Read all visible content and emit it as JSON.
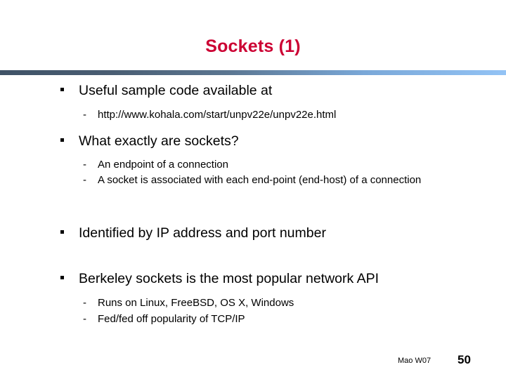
{
  "slide": {
    "title": "Sockets (1)",
    "title_color": "#cc0033",
    "rule_color_left": "#3f5266",
    "rule_color_right": "#93c3f5",
    "bullets": [
      {
        "text": "Useful sample code available at",
        "marker": "square-bullet",
        "sub": [
          {
            "text": "http://www.kohala.com/start/unpv22e/unpv22e.html",
            "marker": "dash"
          }
        ]
      },
      {
        "text": "What exactly are sockets?",
        "marker": "square-bullet",
        "sub": [
          {
            "text": "An endpoint of a connection",
            "marker": "dash"
          },
          {
            "text": "A socket is associated with each end-point (end-host) of a connection",
            "marker": "dash"
          }
        ]
      },
      {
        "text": "Identified by IP address and port number",
        "marker": "square-bullet",
        "sub": []
      },
      {
        "text": "Berkeley sockets is the most popular network API",
        "marker": "square-bullet",
        "sub": [
          {
            "text": "Runs on Linux, FreeBSD, OS X, Windows",
            "marker": "dash"
          },
          {
            "text": "Fed/fed off popularity of TCP/IP",
            "marker": "dash"
          }
        ]
      }
    ],
    "footer": {
      "author": "Mao W07",
      "page_number": "50"
    },
    "markers": {
      "dash": "-"
    }
  }
}
